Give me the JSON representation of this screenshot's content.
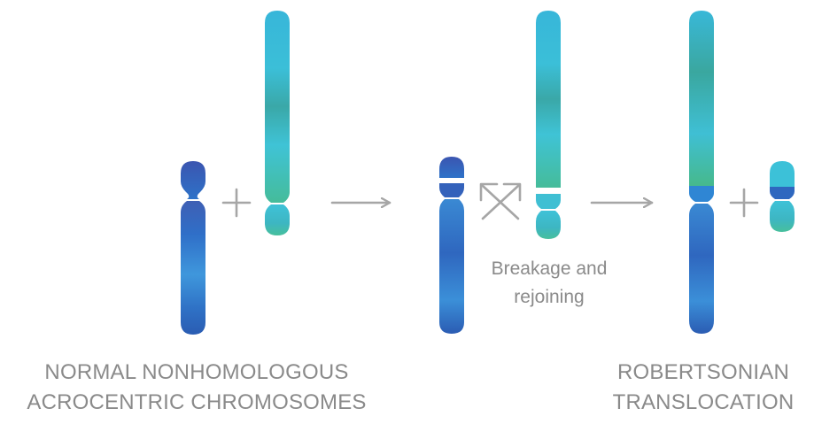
{
  "captions": {
    "left_line1": "NORMAL NONHOMOLOGOUS",
    "left_line2": "ACROCENTRIC CHROMOSOMES",
    "right_line1": "ROBERTSONIAN",
    "right_line2": "TRANSLOCATION"
  },
  "step_label": {
    "line1": "Breakage and",
    "line2": "rejoining"
  },
  "colors": {
    "symbol_gray": "#a6a6a6",
    "text_gray": "#8a8a8a",
    "blue_chromosome_light": "#3a8fd6",
    "blue_chromosome_dark": "#2c5fb6",
    "teal_chromosome_light": "#33b8d6",
    "teal_chromosome_green": "#3fb89a"
  }
}
